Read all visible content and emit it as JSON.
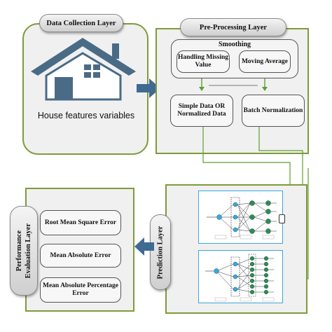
{
  "layers": {
    "data_collection": {
      "title": "Data Collection Layer",
      "caption": "House features variables"
    },
    "pre_processing": {
      "title": "Pre-Processing Layer",
      "smoothing": "Smoothing",
      "handling_missing": "Handling Missing Value",
      "moving_average": "Moving Average",
      "simple_data": "Simple Data OR Normalized Data",
      "batch_norm": "Batch Normalization"
    },
    "prediction": {
      "title": "Prediction Layer"
    },
    "evaluation": {
      "title_line1": "Performance",
      "title_line2": "Evaluation Layer",
      "metrics": [
        "Root Mean Square Error",
        "Mean Absolute Error",
        "Mean Absolute Percentage Error"
      ]
    }
  },
  "colors": {
    "panel_border": "#7f9a3a",
    "house_blue": "#4a6b86",
    "arrow_blue": "#3f6a92",
    "network_blue": "#3aa7d9",
    "node_green": "#2e8b57"
  }
}
